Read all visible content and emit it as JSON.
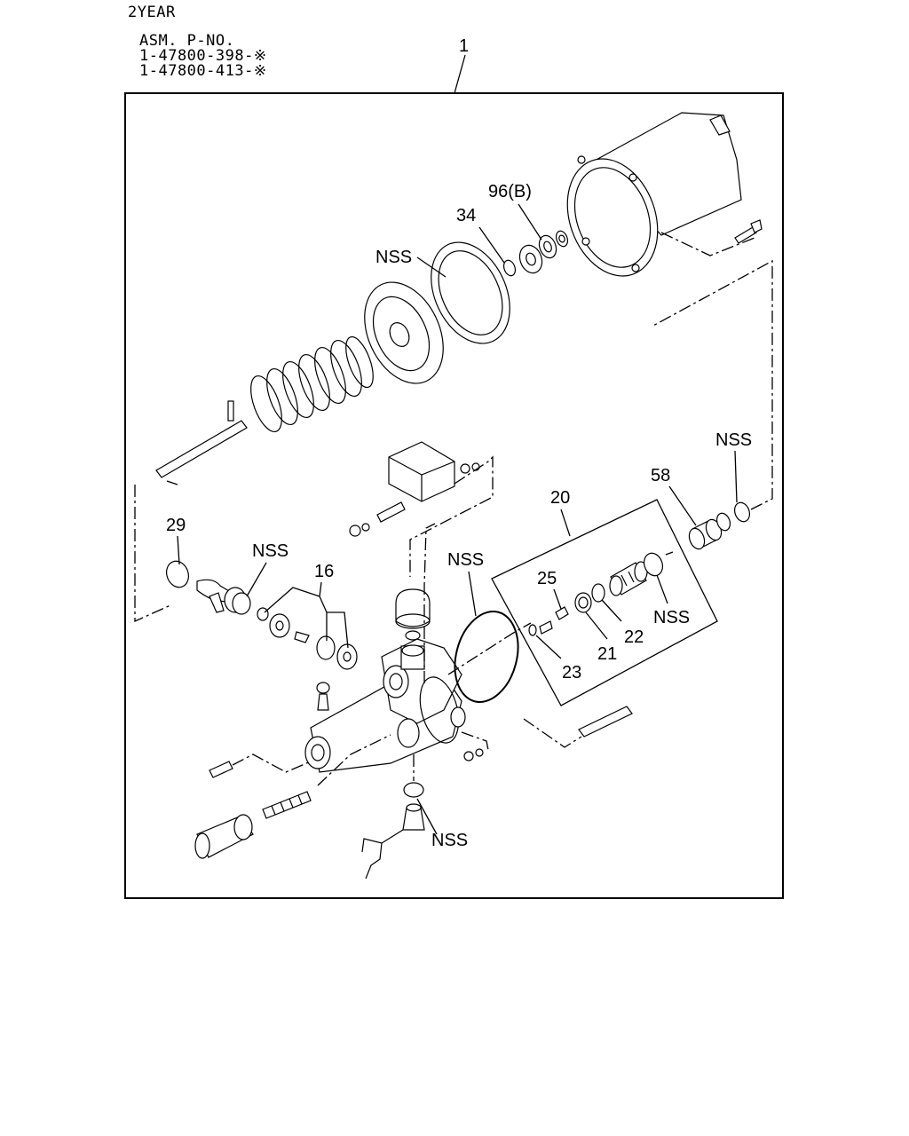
{
  "header": {
    "warranty": "2YEAR",
    "asm_label": "ASM. P-NO.",
    "part_numbers": [
      "1-47800-398-※",
      "1-47800-413-※"
    ]
  },
  "diagram": {
    "assembly_callout": "1",
    "callouts": {
      "c96b": "96(B)",
      "c34": "34",
      "nss_seal": "NSS",
      "nss_ring": "NSS",
      "c58": "58",
      "c20": "20",
      "c29": "29",
      "nss_left": "NSS",
      "c16": "16",
      "nss_oring": "NSS",
      "c25": "25",
      "c22": "22",
      "nss_mid": "NSS",
      "c21": "21",
      "c23": "23",
      "nss_bottom": "NSS"
    }
  }
}
